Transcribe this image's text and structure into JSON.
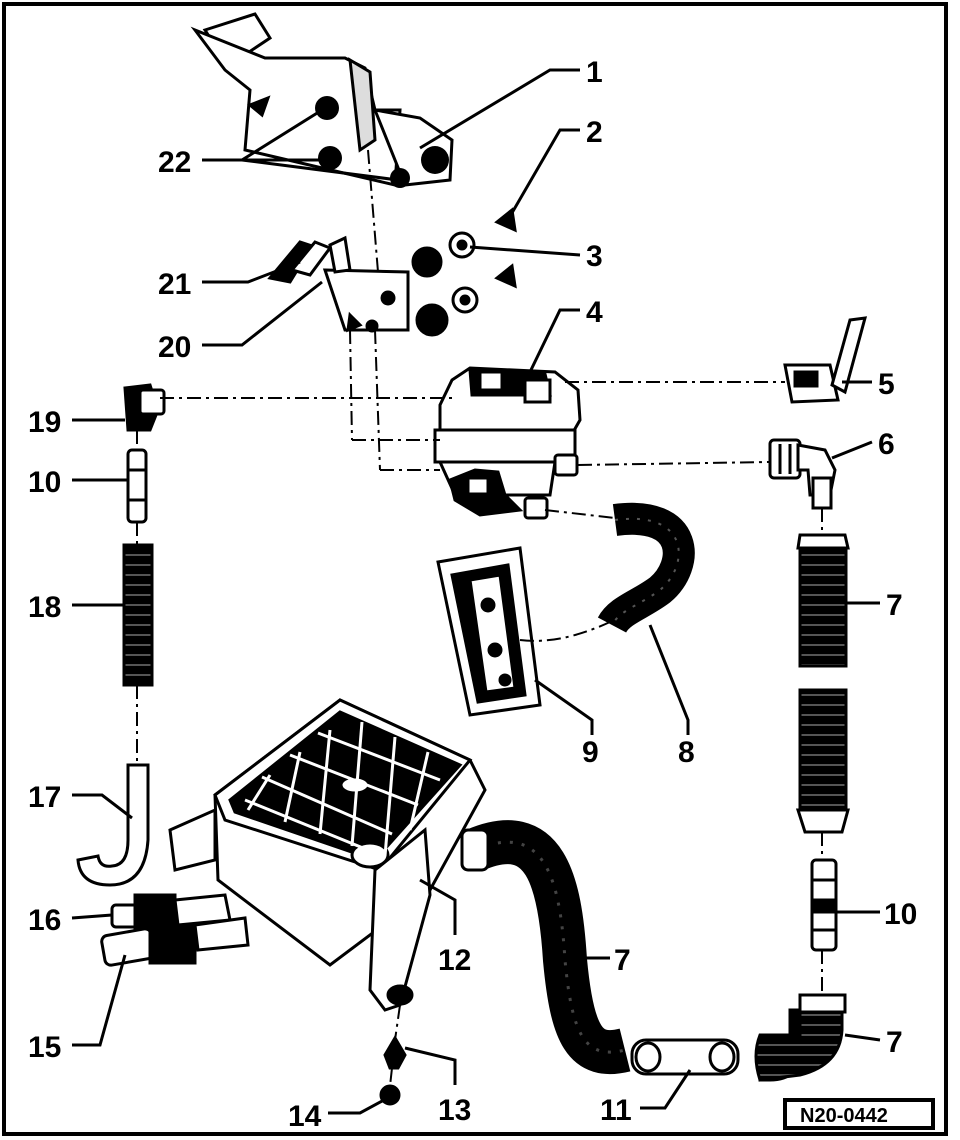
{
  "figure": {
    "reference": "N20-0442",
    "callouts": [
      {
        "id": "c1",
        "label": "1"
      },
      {
        "id": "c2",
        "label": "2"
      },
      {
        "id": "c3",
        "label": "3"
      },
      {
        "id": "c4",
        "label": "4"
      },
      {
        "id": "c5",
        "label": "5"
      },
      {
        "id": "c6",
        "label": "6"
      },
      {
        "id": "c7a",
        "label": "7"
      },
      {
        "id": "c7b",
        "label": "7"
      },
      {
        "id": "c7c",
        "label": "7"
      },
      {
        "id": "c8",
        "label": "8"
      },
      {
        "id": "c9",
        "label": "9"
      },
      {
        "id": "c10a",
        "label": "10"
      },
      {
        "id": "c10b",
        "label": "10"
      },
      {
        "id": "c11",
        "label": "11"
      },
      {
        "id": "c12",
        "label": "12"
      },
      {
        "id": "c13",
        "label": "13"
      },
      {
        "id": "c14",
        "label": "14"
      },
      {
        "id": "c15",
        "label": "15"
      },
      {
        "id": "c16",
        "label": "16"
      },
      {
        "id": "c17",
        "label": "17"
      },
      {
        "id": "c18",
        "label": "18"
      },
      {
        "id": "c19",
        "label": "19"
      },
      {
        "id": "c20",
        "label": "20"
      },
      {
        "id": "c21",
        "label": "21"
      },
      {
        "id": "c22",
        "label": "22"
      }
    ]
  }
}
